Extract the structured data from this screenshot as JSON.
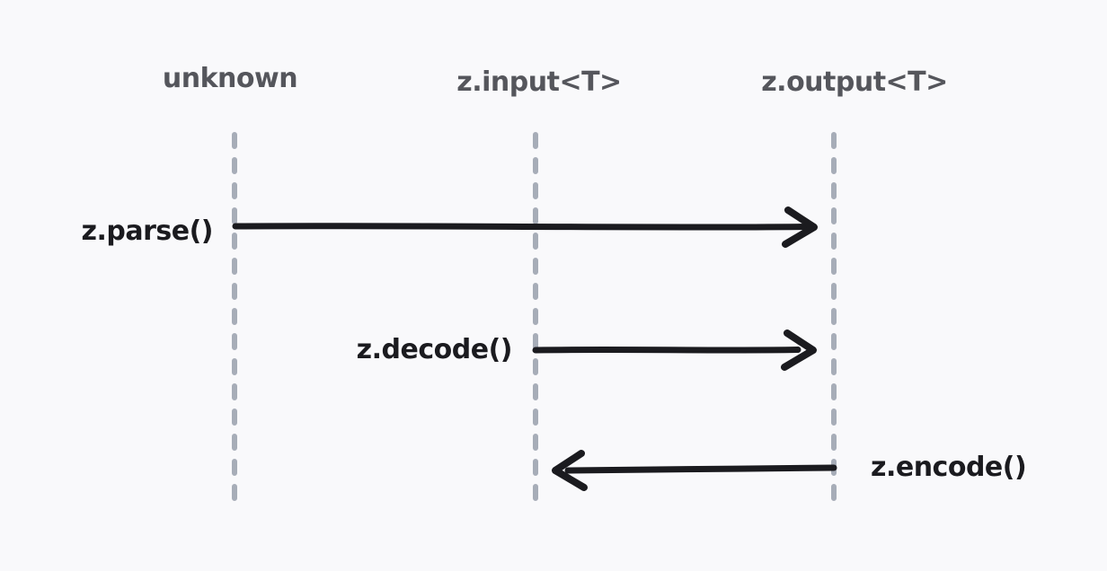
{
  "diagram": {
    "type": "sequence",
    "background_color": "#f9f9fb",
    "lifeline_color": "#a7adb8",
    "header_text_color": "#55565c",
    "arrow_color": "#1b1b1f",
    "method_text_color": "#1b1b1f",
    "lifelines": [
      {
        "label": "unknown"
      },
      {
        "label": "z.input<T>"
      },
      {
        "label": "z.output<T>"
      }
    ],
    "messages": [
      {
        "label": "z.parse()",
        "from": "unknown",
        "to": "z.output<T>",
        "direction": "right",
        "label_position": "left-of-arrow"
      },
      {
        "label": "z.decode()",
        "from": "z.input<T>",
        "to": "z.output<T>",
        "direction": "right",
        "label_position": "left-of-arrow"
      },
      {
        "label": "z.encode()",
        "from": "z.output<T>",
        "to": "z.input<T>",
        "direction": "left",
        "label_position": "right-of-arrow"
      }
    ]
  }
}
